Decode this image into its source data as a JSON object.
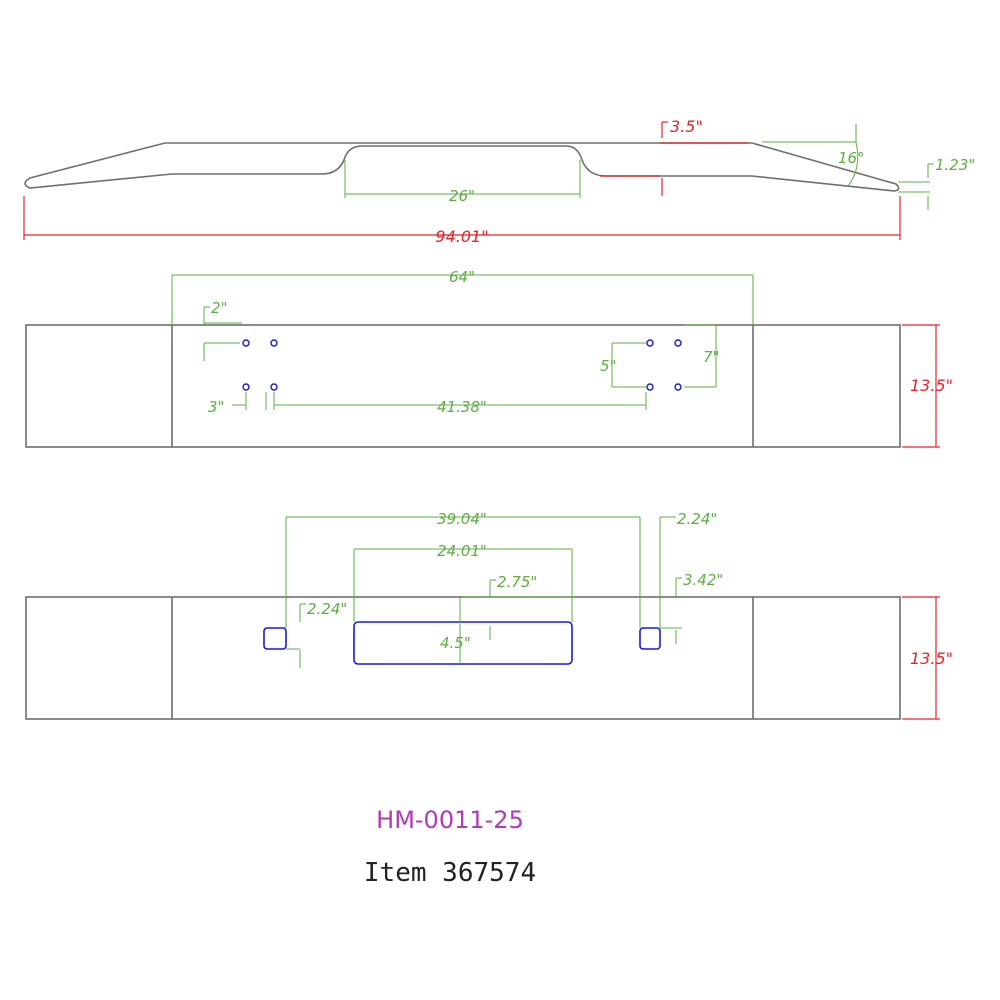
{
  "drawing": {
    "part_number": "HM-0011-25",
    "item_label": "Item 367574",
    "colors": {
      "outline": "#6e6e6e",
      "dimension": "#5dae43",
      "key_dimension": "#e3242b",
      "holes": "#1a1ad6",
      "part_number": "#b23ab8"
    },
    "top_view": {
      "overall_length": "94.01\"",
      "center_length": "26\"",
      "drop": "3.5\"",
      "angle": "16°",
      "end_height": "1.23\""
    },
    "front_view": {
      "hole_span": "64\"",
      "edge_offset": "2\"",
      "hole_spacing_small": "3\"",
      "hole_spacing_inner": "41.38\"",
      "hole_vertical_5": "5\"",
      "hole_vertical_7": "7\"",
      "height": "13.5\""
    },
    "bottom_view": {
      "cutout_span": "39.04\"",
      "center_cutout_width": "24.01\"",
      "center_half": "2.75\"",
      "center_cutout_height": "4.5\"",
      "left_slot_width": "2.24\"",
      "right_slot_width": "2.24\"",
      "right_slot_height": "3.42\"",
      "height": "13.5\""
    }
  }
}
